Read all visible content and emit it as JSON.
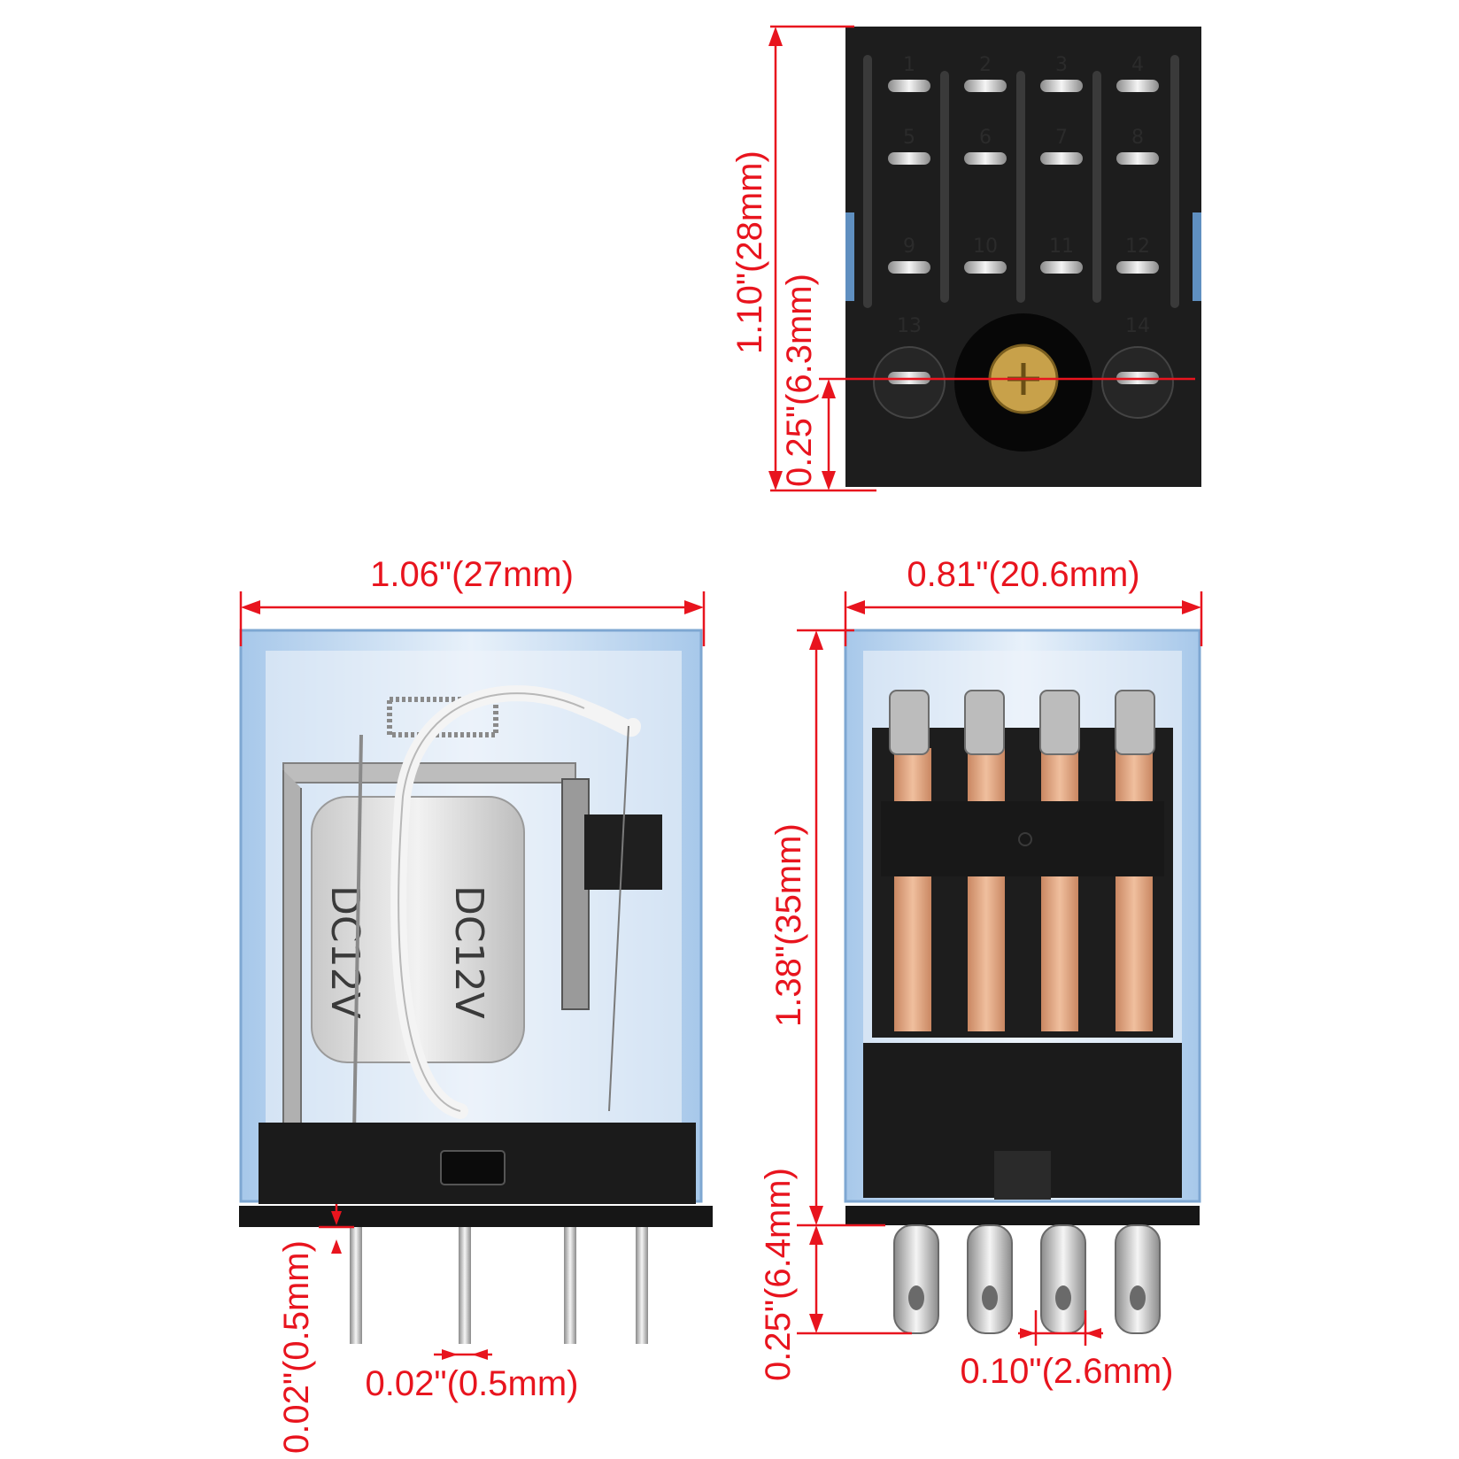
{
  "socket_view": {
    "pin_numbers": [
      "1",
      "2",
      "3",
      "4",
      "5",
      "6",
      "7",
      "8",
      "9",
      "10",
      "11",
      "12",
      "13",
      "14"
    ],
    "dim_height": "1.10\"(28mm)",
    "dim_offset": "0.25\"(6.3mm)"
  },
  "side_view": {
    "dim_width": "1.06\"(27mm)",
    "coil_label_1": "DC12V",
    "coil_label_2": "DC12V",
    "dim_pin_gap": "0.02\"(0.5mm)",
    "dim_pin_width": "0.02\"(0.5mm)"
  },
  "front_view": {
    "dim_width": "0.81\"(20.6mm)",
    "dim_height": "1.38\"(35mm)",
    "dim_pin_length": "0.25\"(6.4mm)",
    "dim_pin_pitch": "0.10\"(2.6mm)"
  },
  "colors": {
    "dimension": "#e8141e",
    "base": "#1c1c1c",
    "cover": "#9fc3e6",
    "copper": "#d9a07a"
  }
}
